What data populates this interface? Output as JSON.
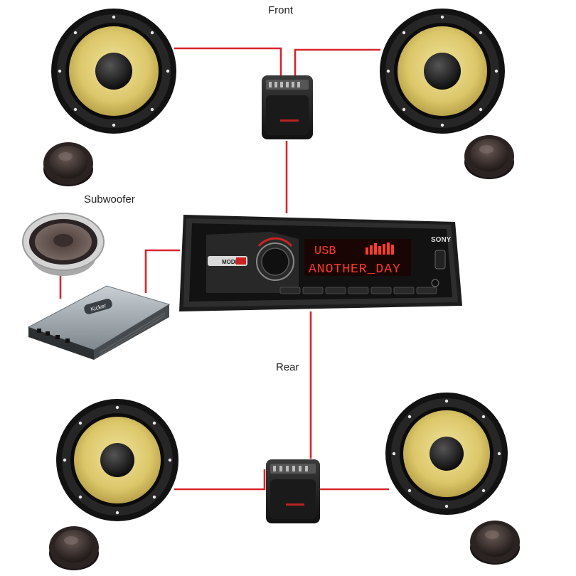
{
  "labels": {
    "front": "Front",
    "subwoofer": "Subwoofer",
    "rear": "Rear"
  },
  "head_unit": {
    "brand": "SONY",
    "display_line1": "USB",
    "display_line2": "ANOTHER_DAY",
    "mode_label": "MODE"
  },
  "amplifier": {
    "brand": "Kicker"
  },
  "colors": {
    "wire": "#d8252b",
    "cone": "#e3d27a",
    "display": "#ff3b2a"
  }
}
